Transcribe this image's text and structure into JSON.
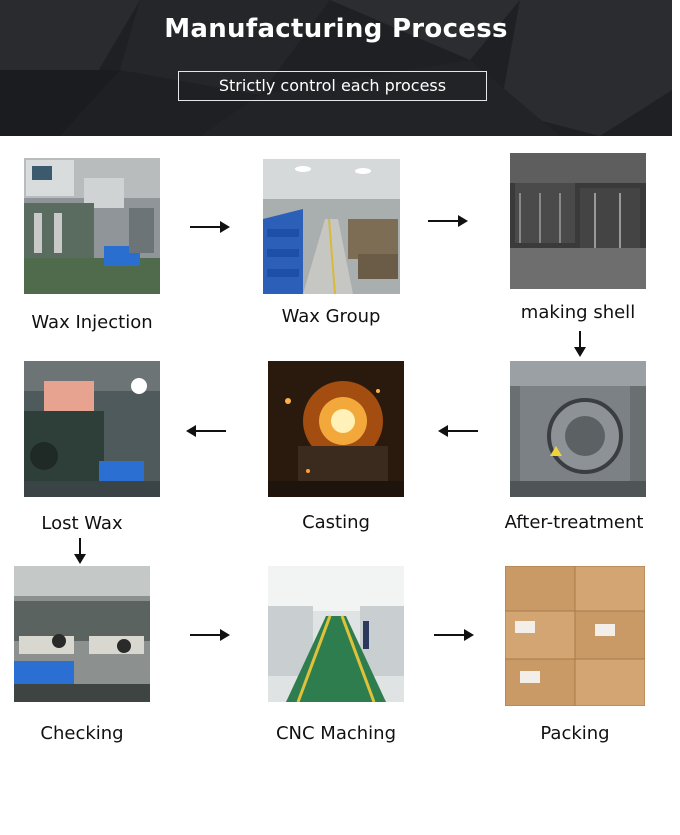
{
  "header": {
    "title": "Manufacturing Process",
    "subtitle": "Strictly control each process"
  },
  "steps": [
    {
      "label": "Wax Injection",
      "image": "wax-injection-photo"
    },
    {
      "label": "Wax Group",
      "image": "wax-group-photo"
    },
    {
      "label": "making shell",
      "image": "making-shell-photo"
    },
    {
      "label": "After-treatment",
      "image": "after-treatment-photo"
    },
    {
      "label": "Casting",
      "image": "casting-photo"
    },
    {
      "label": "Lost Wax",
      "image": "lost-wax-photo"
    },
    {
      "label": "Checking",
      "image": "checking-photo"
    },
    {
      "label": "CNC Maching",
      "image": "cnc-maching-photo"
    },
    {
      "label": "Packing",
      "image": "packing-photo"
    }
  ],
  "arrows": [
    "arrow-right-icon",
    "arrow-down-icon",
    "arrow-left-icon"
  ]
}
